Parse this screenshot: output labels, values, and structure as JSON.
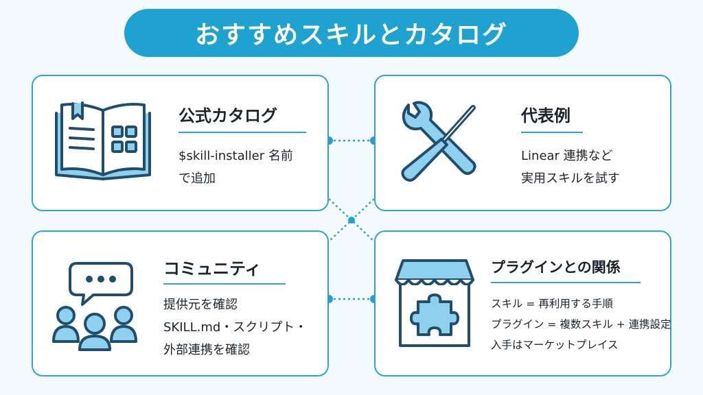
{
  "title": "おすすめスキルとカタログ",
  "colors": {
    "accent": "#1ea3d1",
    "icon_fill": "#8fd0ee",
    "icon_stroke": "#1f4e6b",
    "background": "#f4f9fd"
  },
  "cards": [
    {
      "title": "公式カタログ",
      "icon": "open-book-icon",
      "lines": [
        "$skill-installer 名前",
        "で追加"
      ]
    },
    {
      "title": "代表例",
      "icon": "wrench-screwdriver-icon",
      "lines": [
        "Linear 連携など",
        "実用スキルを試す"
      ]
    },
    {
      "title": "コミュニティ",
      "icon": "community-chat-icon",
      "lines": [
        "提供元を確認",
        "SKILL.md・スクリプト・",
        "外部連携を確認"
      ]
    },
    {
      "title": "プラグインとの関係",
      "icon": "store-puzzle-icon",
      "lines": [
        "スキル = 再利用する手順",
        "プラグイン = 複数スキル + 連携設定",
        "入手はマーケットプレイス"
      ]
    }
  ]
}
